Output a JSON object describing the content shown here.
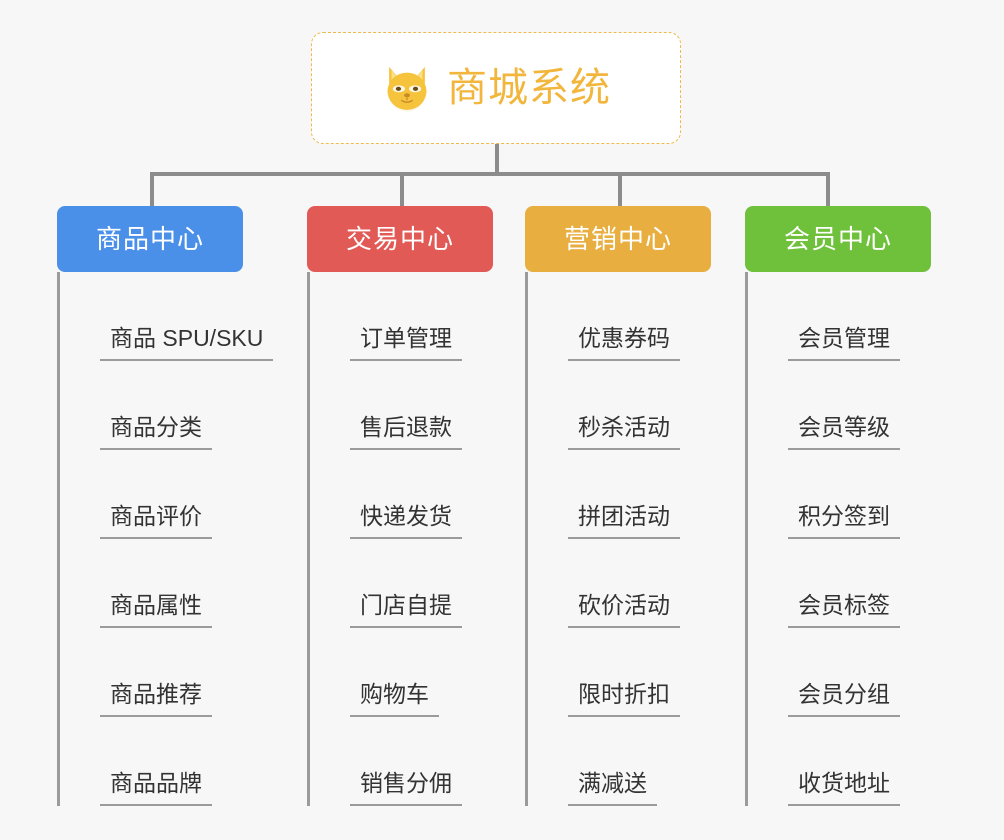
{
  "diagram": {
    "title": "商城系统",
    "type": "organization-tree",
    "background_color": "#f7f7f7",
    "connector_color": "#8c8c8c",
    "root": {
      "label": "商城系统",
      "icon": "shiba-dog-icon",
      "text_color": "#f2b63c",
      "border_color": "#f0b94a",
      "background_color": "#ffffff"
    },
    "branches": [
      {
        "label": "商品中心",
        "color": "#4a90e8",
        "items": [
          "商品 SPU/SKU",
          "商品分类",
          "商品评价",
          "商品属性",
          "商品推荐",
          "商品品牌"
        ]
      },
      {
        "label": "交易中心",
        "color": "#e25a55",
        "items": [
          "订单管理",
          "售后退款",
          "快递发货",
          "门店自提",
          "购物车",
          "销售分佣"
        ]
      },
      {
        "label": "营销中心",
        "color": "#e8ae3f",
        "items": [
          "优惠券码",
          "秒杀活动",
          "拼团活动",
          "砍价活动",
          "限时折扣",
          "满减送"
        ]
      },
      {
        "label": "会员中心",
        "color": "#6fc13c",
        "items": [
          "会员管理",
          "会员等级",
          "积分签到",
          "会员标签",
          "会员分组",
          "收货地址"
        ]
      }
    ]
  }
}
